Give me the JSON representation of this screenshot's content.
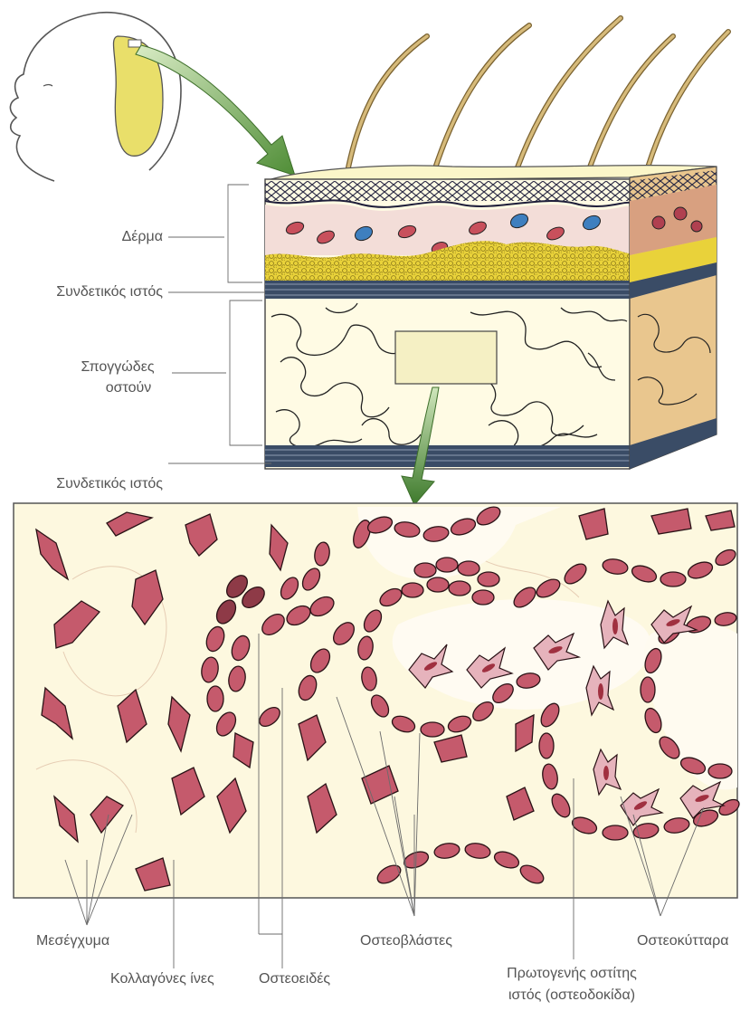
{
  "labels": {
    "skin": "Δέρμα",
    "connective_top": "Συνδετικός ιστός",
    "spongy_line1": "Σπογγώδες",
    "spongy_line2": "οστούν",
    "connective_bottom": "Συνδετικός ιστός",
    "mesenchyme": "Μεσέγχυμα",
    "collagen": "Κολλαγόνες ίνες",
    "osteoid": "Οστεοειδές",
    "osteoblasts": "Οστεοβλάστες",
    "primary_line1": "Πρωτογενής οστίτης",
    "primary_line2": "ιστός (οστεοδοκίδα)",
    "osteocytes": "Οστεοκύτταρα"
  },
  "colors": {
    "skin_layer": "#f3ddd8",
    "fat_layer": "#e9d23a",
    "bone_fill": "#fffbe4",
    "cell_fill": "#c55a6c",
    "arrow_green": "#6aa048",
    "background_cream": "#fdf8df"
  }
}
